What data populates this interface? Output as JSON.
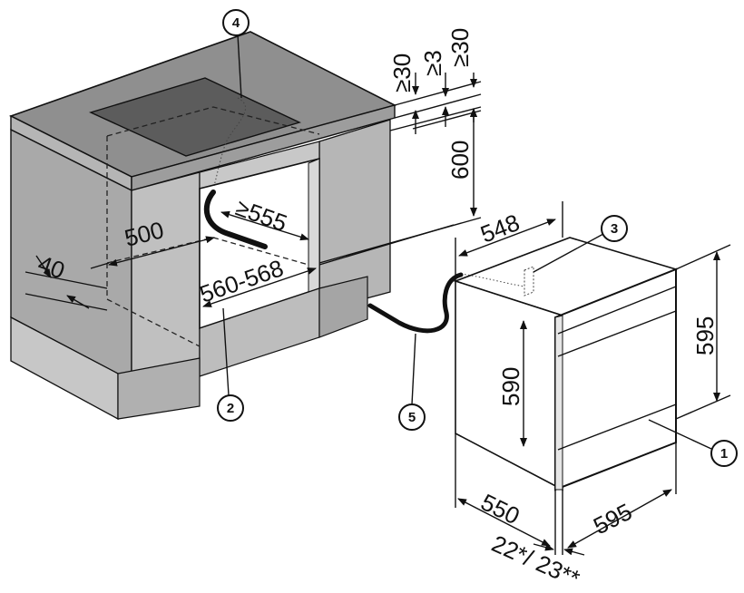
{
  "dimensions": {
    "top_clearance_1": "≥30",
    "top_clearance_2": "≥3",
    "top_clearance_3": "≥30",
    "niche_height": "600",
    "niche_depth": "≥555",
    "niche_width": "560-568",
    "cutout_depth": "500",
    "rear_gap": "40",
    "oven_body_depth": "548",
    "oven_body_height": "590",
    "oven_front_height": "595",
    "oven_depth": "550",
    "oven_front_width": "595",
    "front_panel_thickness": "22*/ 23**"
  },
  "callouts": [
    "1",
    "2",
    "3",
    "4",
    "5"
  ],
  "colors": {
    "cabinet_gray": "#a9a9a9",
    "cabinet_light": "#c4c4c4",
    "counter_top": "#8e8e8e",
    "cooktop_glass": "#5a5a5a",
    "line": "#111111"
  }
}
